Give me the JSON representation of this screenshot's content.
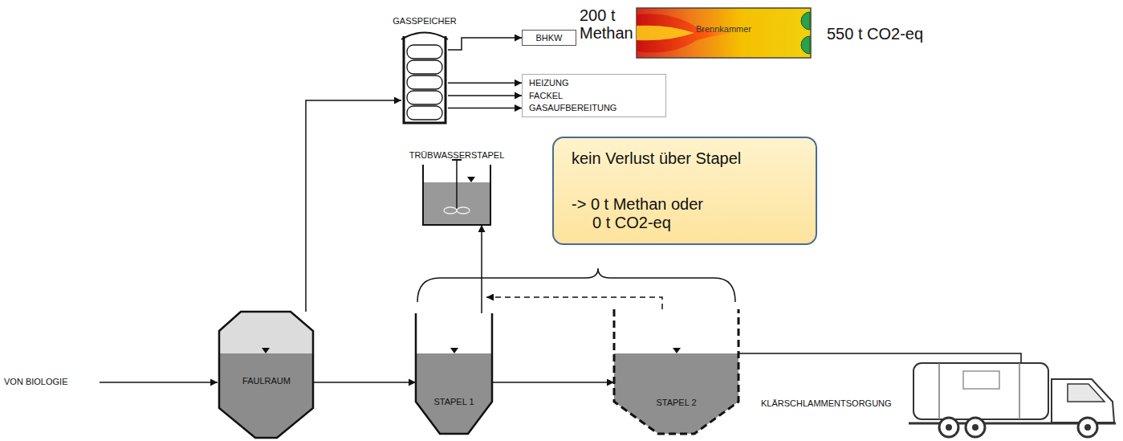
{
  "diagram": {
    "nodes": [
      {
        "text": [
          "GASSPEICHER"
        ]
      },
      {
        "text": [
          "BHKW"
        ]
      },
      {
        "text": [
          "HEIZUNG",
          "FACKEL",
          "GASAUFBEREITUNG"
        ]
      },
      {
        "text": [
          "Brennkammer"
        ]
      },
      {
        "text": [
          "TRÜBWASSERSTAPEL"
        ]
      },
      {
        "text": [
          "kein Verlust über Stapel",
          "-> 0 t Methan oder 0 t CO2-eq"
        ]
      },
      {
        "text": [
          "FAULRAUM"
        ]
      },
      {
        "text": [
          "STAPEL 1"
        ]
      },
      {
        "text": [
          "STAPEL 2"
        ]
      }
    ],
    "edges": [
      {
        "from": 6,
        "to": 0,
        "arrow": "to"
      },
      {
        "from": 0,
        "to": 1,
        "arrow": "to"
      },
      {
        "from": 0,
        "to": 2,
        "arrow": "to"
      },
      {
        "from": 0,
        "to": 2,
        "arrow": "to"
      },
      {
        "from": 0,
        "to": 2,
        "arrow": "to"
      },
      {
        "from": 6,
        "to": 7,
        "arrow": "to"
      },
      {
        "from": 7,
        "to": 4,
        "arrow": "to"
      },
      {
        "from": 7,
        "to": 8,
        "arrow": "to"
      },
      {
        "from": 8,
        "to": 4,
        "arrow": "to"
      }
    ],
    "labels": [
      "200 t Methan",
      "550 t CO2-eq",
      "VON BIOLOGIE",
      "KLÄRSCHLAMMENTSORGUNG"
    ]
  }
}
